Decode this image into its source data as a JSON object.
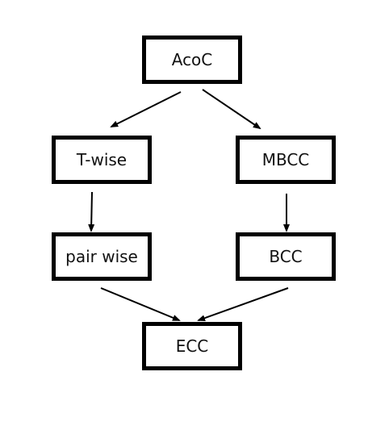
{
  "diagram": {
    "nodes": [
      {
        "id": "acoc",
        "label": "AcoC"
      },
      {
        "id": "twise",
        "label": "T-wise"
      },
      {
        "id": "mbcc",
        "label": "MBCC"
      },
      {
        "id": "pair",
        "label": "pair wise"
      },
      {
        "id": "bcc",
        "label": "BCC"
      },
      {
        "id": "ecc",
        "label": "ECC"
      }
    ],
    "edges": [
      {
        "from": "acoc",
        "to": "twise"
      },
      {
        "from": "acoc",
        "to": "mbcc"
      },
      {
        "from": "twise",
        "to": "pair"
      },
      {
        "from": "mbcc",
        "to": "bcc"
      },
      {
        "from": "pair",
        "to": "ecc"
      },
      {
        "from": "bcc",
        "to": "ecc"
      }
    ],
    "colors": {
      "border": "#000000",
      "arrow": "#000000",
      "background": "#ffffff"
    }
  }
}
